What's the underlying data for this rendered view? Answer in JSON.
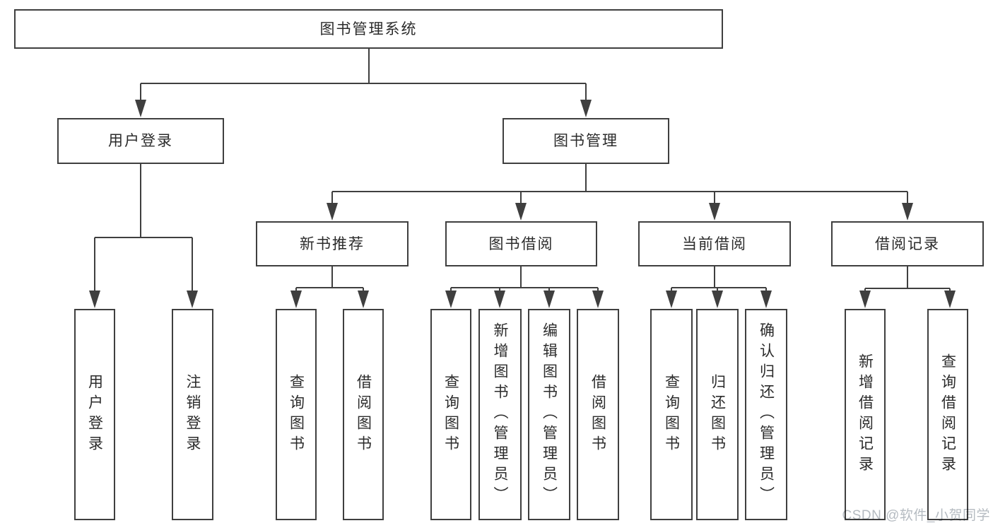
{
  "diagram": {
    "root": {
      "label": "图书管理系统"
    },
    "level2": [
      {
        "label": "用户登录"
      },
      {
        "label": "图书管理"
      }
    ],
    "level3": [
      {
        "label": "新书推荐"
      },
      {
        "label": "图书借阅"
      },
      {
        "label": "当前借阅"
      },
      {
        "label": "借阅记录"
      }
    ],
    "leaves": [
      {
        "label": "用户登录"
      },
      {
        "label": "注销登录"
      },
      {
        "label": "查询图书"
      },
      {
        "label": "借阅图书"
      },
      {
        "label": "查询图书"
      },
      {
        "label": "新增图书（管理员）"
      },
      {
        "label": "编辑图书（管理员）"
      },
      {
        "label": "借阅图书"
      },
      {
        "label": "查询图书"
      },
      {
        "label": "归还图书"
      },
      {
        "label": "确认归还（管理员）"
      },
      {
        "label": "新增借阅记录"
      },
      {
        "label": "查询借阅记录"
      }
    ],
    "watermark": "CSDN @软件_小贺同学",
    "colors": {
      "line": "#3f3f3f",
      "text": "#2b2b2b",
      "watermark": "#b5bbc1",
      "background": "#ffffff"
    }
  }
}
